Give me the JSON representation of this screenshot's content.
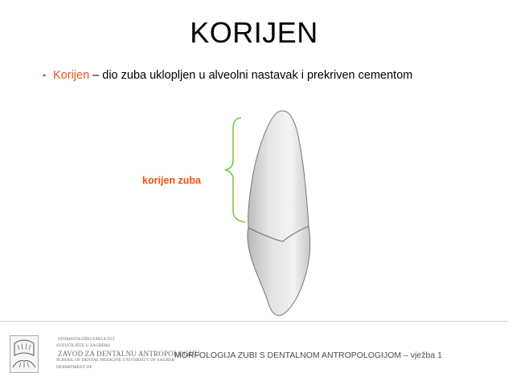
{
  "slide": {
    "title": "KORIJEN",
    "bullet": {
      "term": "Korijen",
      "text": " – dio zuba uklopljen u alveolni nastavak i prekriven cementom"
    },
    "annotation_label": "korijen zuba",
    "footer_text": "MORFOLOGIJA ZUBI S DENTALNOM ANTROPOLOGIJOM – vježba 1",
    "logo_lines": [
      "STOMATOLOŠKI FAKULTET",
      "SVEUČILIŠTE U ZAGREBU",
      "ZAVOD ZA DENTALNU ANTROPOLOGIJU",
      "SCHOOL OF DENTAL MEDICINE UNIVERSITY OF ZAGREB",
      "DEPARTMENT OF"
    ]
  },
  "colors": {
    "accent": "#e2531f",
    "bracket": "#6fd03a",
    "label": "#f0500f"
  }
}
